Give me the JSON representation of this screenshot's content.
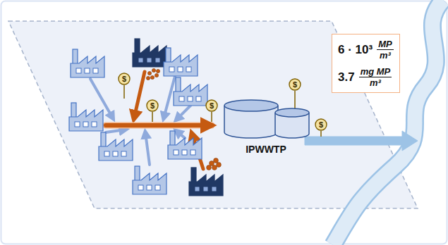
{
  "diagram": {
    "nodes": [
      {
        "text": [
          "$"
        ]
      },
      {
        "text": [
          "$"
        ]
      },
      {
        "text": [
          "$"
        ]
      },
      {
        "text": [
          "$"
        ]
      },
      {
        "text": [
          "IPWWTP"
        ]
      },
      {
        "text": [
          "$"
        ]
      },
      {
        "text": [
          "6 · 10³",
          "MP",
          "m³",
          "3.7",
          "mg MP",
          "m³"
        ]
      }
    ]
  }
}
